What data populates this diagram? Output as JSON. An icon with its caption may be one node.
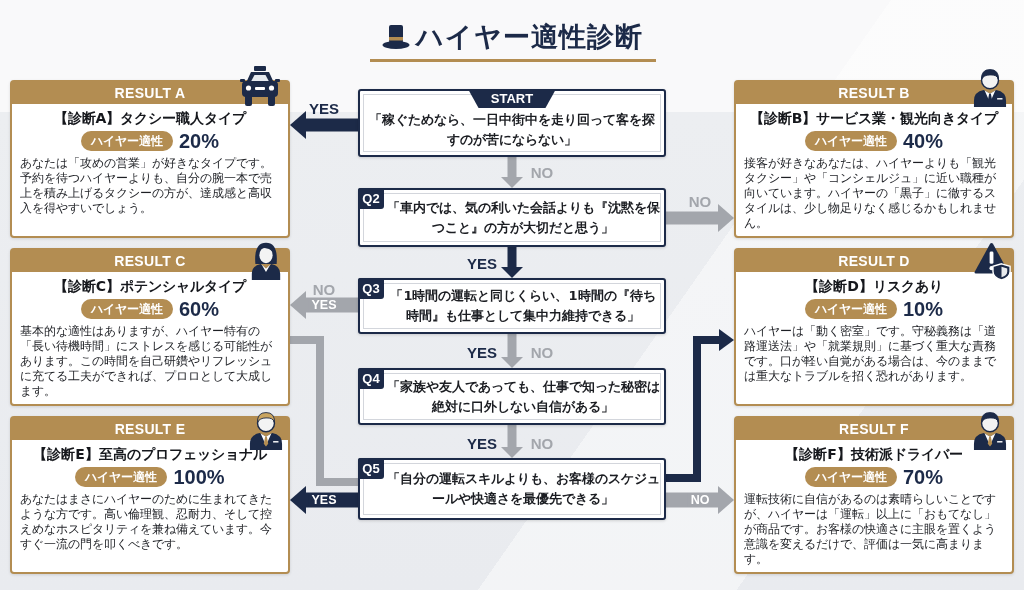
{
  "diagram": {
    "title": "ハイヤー適性診断",
    "nodes": [
      {
        "text": [
          "RESULT A",
          "【診断A】タクシー職人タイプ",
          "ハイヤー適性",
          "20%",
          "あなたは「攻めの営業」が好きなタイプです。予約を待つハイヤーよりも、自分の腕一本で売上を積み上げるタクシーの方が、達成感と高収入を得やすいでしょう。"
        ]
      },
      {
        "text": [
          "START",
          "「稼ぐためなら、一日中街中を走り回って客を探すのが苦にならない」"
        ]
      },
      {
        "text": [
          "RESULT B",
          "【診断B】サービス業・観光向きタイプ",
          "ハイヤー適性",
          "40%",
          "接客が好きなあなたは、ハイヤーよりも「観光タクシー」や「コンシェルジュ」に近い職種が向いています。ハイヤーの「黒子」に徹するスタイルは、少し物足りなく感じるかもしれません。"
        ]
      },
      {
        "text": [
          "Q2",
          "「車内では、気の利いた会話よりも『沈黙を保つこと』の方が大切だと思う」"
        ]
      },
      {
        "text": [
          "RESULT C",
          "【診断C】ポテンシャルタイプ",
          "ハイヤー適性",
          "60%",
          "基本的な適性はありますが、ハイヤー特有の「長い待機時間」にストレスを感じる可能性があります。この時間を自己研鑽やリフレッシュに充てる工夫ができれば、プロロとして大成します。"
        ]
      },
      {
        "text": [
          "Q3",
          "「1時間の運転と同じくらい、1時間の『待ち時間』も仕事として集中力維持できる」"
        ]
      },
      {
        "text": [
          "RESULT D",
          "【診断D】リスクあり",
          "ハイヤー適性",
          "10%",
          "ハイヤーは「動く密室」です。守秘義務は「道路運送法」や「就業規則」に基づく重大な責務です。口が軽い自覚がある場合は、今のままでは重大なトラブルを招く恐れがあります。"
        ]
      },
      {
        "text": [
          "Q4",
          "「家族や友人であっても、仕事で知った秘密は絶対に口外しない自信がある」"
        ]
      },
      {
        "text": [
          "RESULT E",
          "【診断E】至高のプロフェッショナル",
          "ハイヤー適性",
          "100%",
          "あなたはまさにハイヤーのために生まれてきたような方です。高い倫理観、忍耐力、そして控えめなホスピタリティを兼ね備えています。今すぐ一流の門を叩くべきです。"
        ]
      },
      {
        "text": [
          "Q5",
          "「自分の運転スキルよりも、お客様のスケジュールや快適さを最優先できる」"
        ]
      },
      {
        "text": [
          "RESULT F",
          "【診断F】技術派ドライバー",
          "ハイヤー適性",
          "70%",
          "運転技術に自信があるのは素晴らしいことですが、ハイヤーは「運転」以上に「おもてなし」が商品です。お客様の快適さに主眼を置くよう意識を変えるだけで、評価は一気に高まります。"
        ]
      }
    ],
    "edges": [
      {
        "from": 1,
        "to": 0,
        "arrow": "to",
        "label": "YES",
        "color": "#1c2a48"
      },
      {
        "from": 1,
        "to": 3,
        "arrow": "to",
        "label": "NO"
      },
      {
        "from": 3,
        "to": 2,
        "arrow": "to",
        "label": "NO"
      },
      {
        "from": 3,
        "to": 5,
        "arrow": "to",
        "label": "YES",
        "color": "#1c2a48"
      },
      {
        "from": 5,
        "to": 4,
        "arrow": "to",
        "label": "YES"
      },
      {
        "from": 4,
        "to": 9,
        "arrow": "none"
      },
      {
        "from": 5,
        "to": 7,
        "arrow": "to",
        "label": "NO"
      },
      {
        "from": 7,
        "to": 9,
        "arrow": "to",
        "label": "NO"
      },
      {
        "from": 9,
        "to": 8,
        "arrow": "to",
        "label": "YES",
        "color": "#1c2a48"
      },
      {
        "from": 9,
        "to": 6,
        "arrow": "to",
        "color": "#1c2a48"
      },
      {
        "from": 9,
        "to": 10,
        "arrow": "to",
        "label": "NO"
      }
    ],
    "labels": [
      "NO",
      "YES",
      "YES"
    ]
  }
}
